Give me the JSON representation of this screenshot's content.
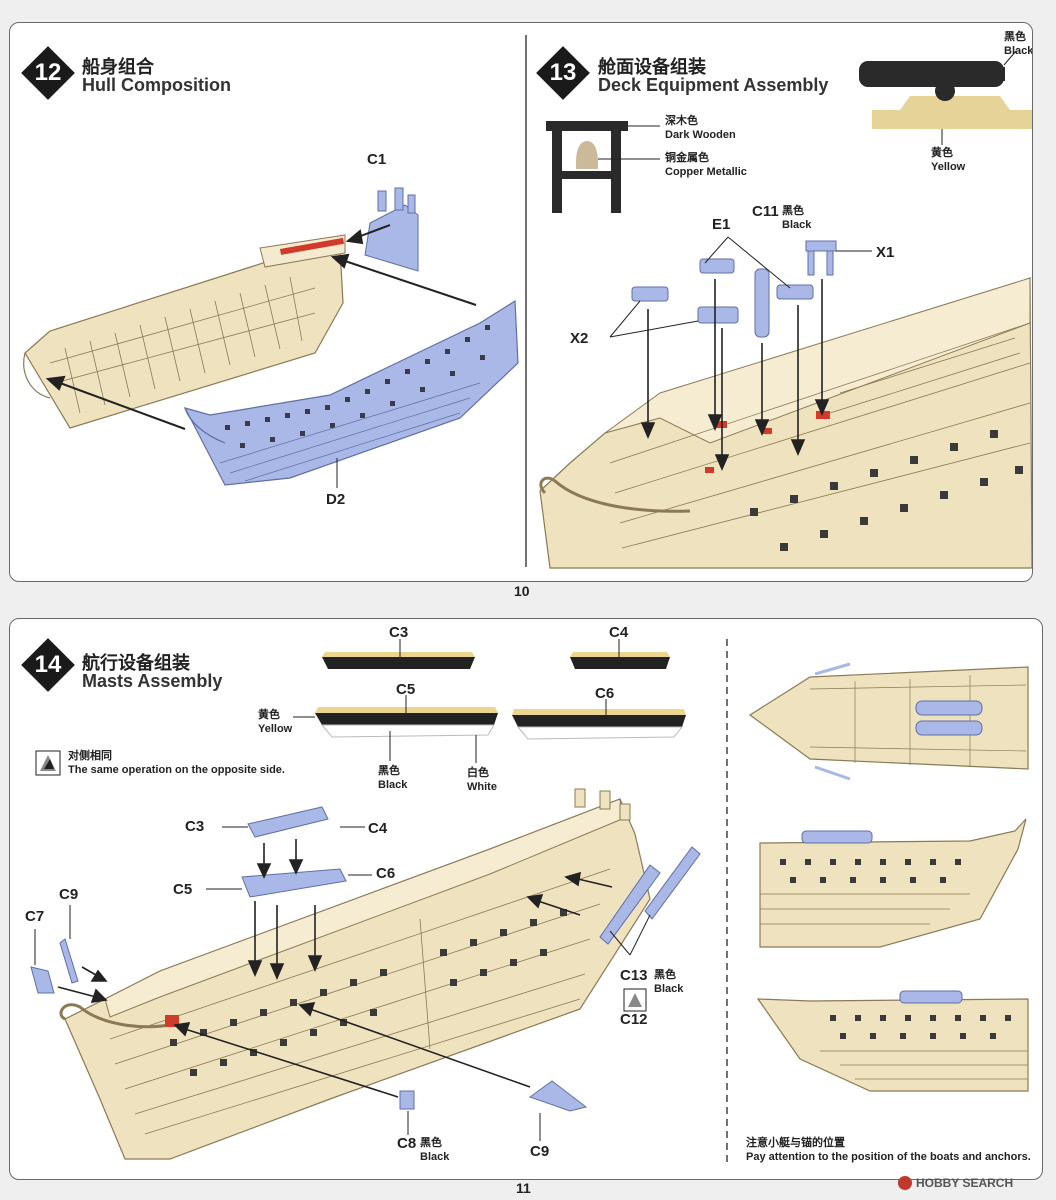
{
  "page_top": {
    "number": "10"
  },
  "page_bottom": {
    "number": "11"
  },
  "step12": {
    "number": "12",
    "title_cn": "船身组合",
    "title_en": "Hull Composition",
    "labels": {
      "c1": "C1",
      "d2": "D2"
    }
  },
  "step13": {
    "number": "13",
    "title_cn": "舱面设备组装",
    "title_en": "Deck Equipment Assembly",
    "cannon_colors": {
      "black_cn": "黑色",
      "black_en": "Black",
      "yellow_cn": "黄色",
      "yellow_en": "Yellow"
    },
    "bell_colors": {
      "wood_cn": "深木色",
      "wood_en": "Dark Wooden",
      "copper_cn": "铜金属色",
      "copper_en": "Copper Metallic"
    },
    "labels": {
      "c11": "C11",
      "c11_cn": "黑色",
      "c11_en": "Black",
      "e1": "E1",
      "x1": "X1",
      "x2": "X2"
    }
  },
  "step14": {
    "number": "14",
    "title_cn": "航行设备组装",
    "title_en": "Masts Assembly",
    "boats": {
      "c3": "C3",
      "c4": "C4",
      "c5": "C5",
      "c6": "C6"
    },
    "boat_colors": {
      "yellow_cn": "黄色",
      "yellow_en": "Yellow",
      "black_cn": "黑色",
      "black_en": "Black",
      "white_cn": "白色",
      "white_en": "White"
    },
    "opposite": {
      "cn": "对侧相同",
      "en": "The same operation on the opposite side."
    },
    "labels": {
      "c3": "C3",
      "c4": "C4",
      "c5": "C5",
      "c6": "C6",
      "c7": "C7",
      "c9a": "C9",
      "c9b": "C9",
      "c13": "C13",
      "c13_cn": "黑色",
      "c13_en": "Black",
      "c12": "C12",
      "c8": "C8",
      "c8_cn": "黑色",
      "c8_en": "Black"
    },
    "note": {
      "cn": "注意小艇与锚的位置",
      "en": "Pay attention to the position of the boats and anchors."
    }
  },
  "watermark": {
    "text": "HOBBY SEARCH"
  },
  "colors": {
    "blue_part": "#a9b8e6",
    "hull": "#efe2bf",
    "hull_line": "#8b7a55",
    "red_mark": "#d23a2a"
  }
}
